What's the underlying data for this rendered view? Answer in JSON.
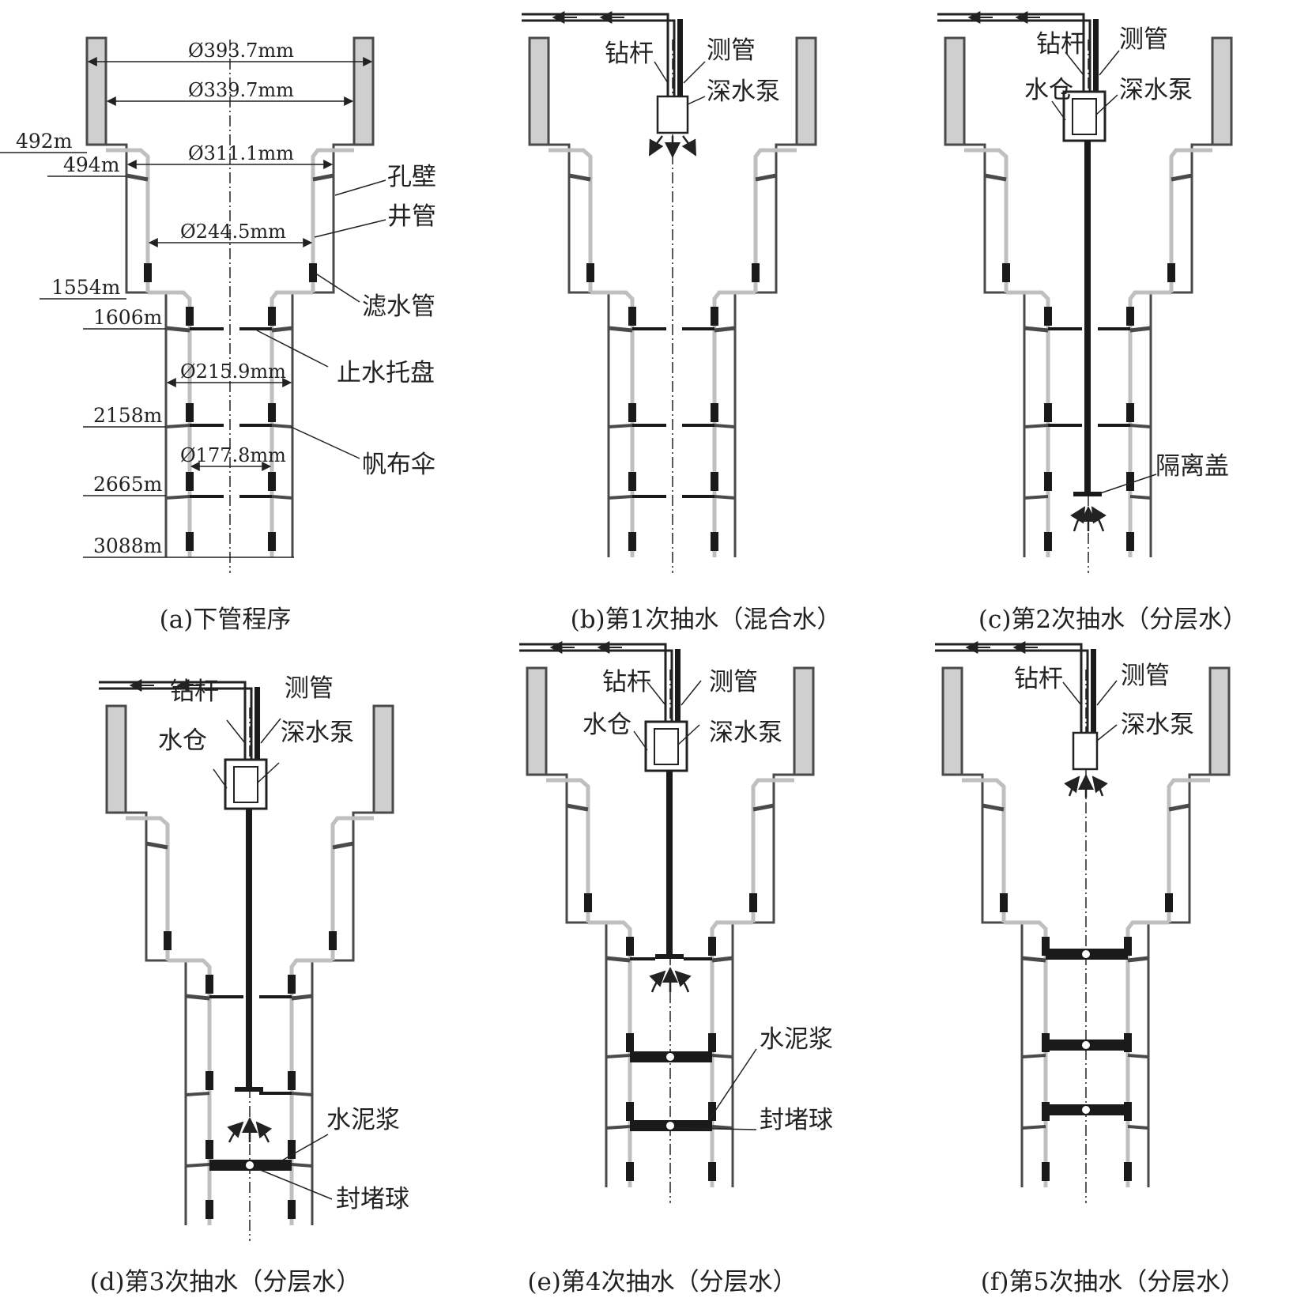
{
  "colors": {
    "line": "#4a4a4a",
    "casing": "#bfbfbf",
    "wall_fill": "#cfcfcf",
    "solid": "#1a1a1a"
  },
  "panel_a": {
    "caption": "(a)下管程序",
    "depths": [
      "492m",
      "494m",
      "1554m",
      "1606m",
      "2158m",
      "2665m",
      "3088m"
    ],
    "diameters": [
      "Ø393.7mm",
      "Ø339.7mm",
      "Ø311.1mm",
      "Ø244.5mm",
      "Ø215.9mm",
      "Ø177.8mm"
    ],
    "labels": {
      "wall": "孔壁",
      "casing": "井管",
      "filter": "滤水管",
      "tray": "止水托盘",
      "umbrella": "帆布伞"
    }
  },
  "panel_b": {
    "caption": "(b)第1次抽水（混合水）",
    "drill": "钻杆",
    "tube": "测管",
    "pump": "深水泵"
  },
  "panel_c": {
    "caption": "(c)第2次抽水（分层水）",
    "drill": "钻杆",
    "tube": "测管",
    "tank": "水仓",
    "pump": "深水泵",
    "cover": "隔离盖"
  },
  "panel_d": {
    "caption": "(d)第3次抽水（分层水）",
    "drill": "钻杆",
    "tube": "测管",
    "tank": "水仓",
    "pump": "深水泵",
    "cement": "水泥浆",
    "ball": "封堵球"
  },
  "panel_e": {
    "caption": "(e)第4次抽水（分层水）",
    "drill": "钻杆",
    "tube": "测管",
    "tank": "水仓",
    "pump": "深水泵",
    "cement": "水泥浆",
    "ball": "封堵球"
  },
  "panel_f": {
    "caption": "(f)第5次抽水（分层水）",
    "drill": "钻杆",
    "tube": "测管",
    "pump": "深水泵"
  }
}
